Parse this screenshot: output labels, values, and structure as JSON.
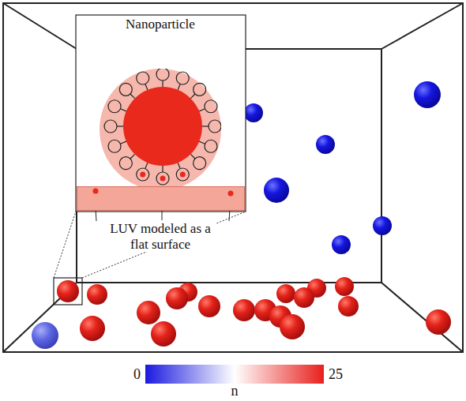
{
  "diagram": {
    "nodes": [
      {
        "text": [
          "Nanoparticle"
        ]
      },
      {
        "text": [
          "LUV modeled as a flat surface"
        ]
      }
    ],
    "labels": [
      "0",
      "25",
      "n"
    ]
  }
}
